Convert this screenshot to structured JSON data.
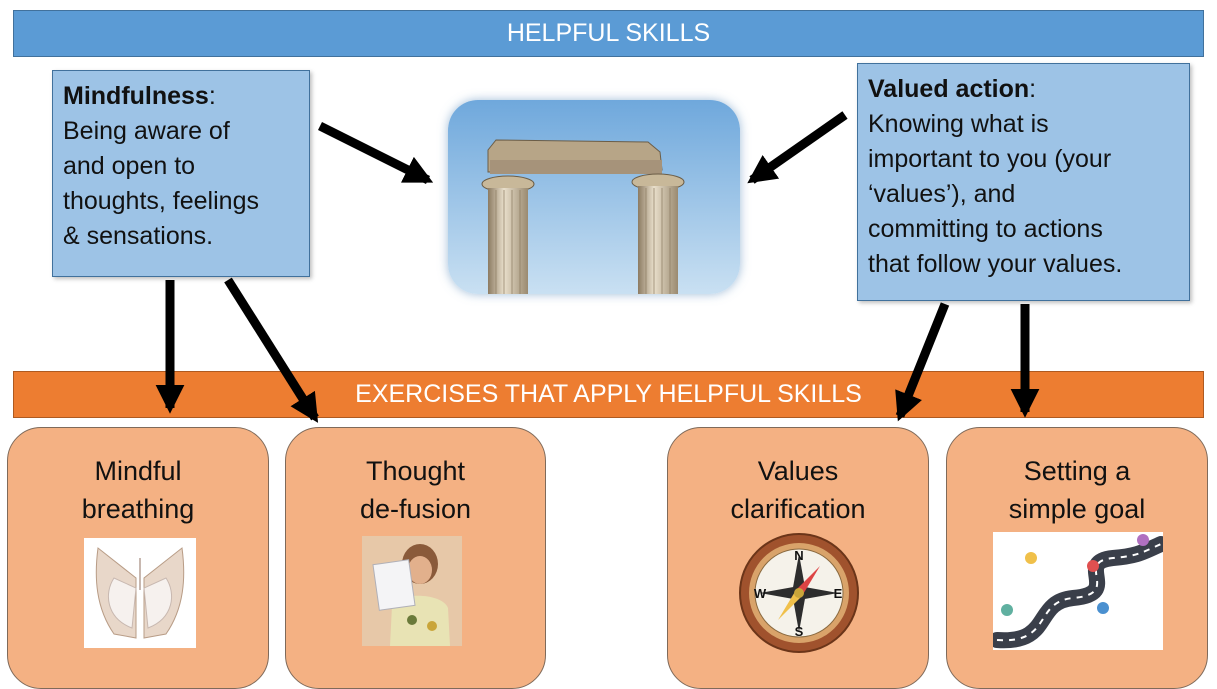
{
  "header": {
    "title": "HELPFUL SKILLS"
  },
  "skills": {
    "mindfulness": {
      "heading": "Mindfulness",
      "colon": ":",
      "lines": [
        "Being aware of",
        "and open to",
        "thoughts, feelings",
        "& sensations."
      ]
    },
    "valued_action": {
      "heading": "Valued action",
      "colon": ":",
      "lines": [
        "Knowing what is",
        "important to you (your",
        "‘values’), and",
        "committing to actions",
        "that follow your values."
      ]
    }
  },
  "exercises_bar": {
    "title": "EXERCISES THAT APPLY HELPFUL SKILLS"
  },
  "exercises": [
    {
      "line1": "Mindful",
      "line2": "breathing",
      "icon": "hands-lungs-icon"
    },
    {
      "line1": "Thought",
      "line2": "de-fusion",
      "icon": "woman-reading-icon"
    },
    {
      "line1": "Values",
      "line2": "clarification",
      "icon": "compass-icon"
    },
    {
      "line1": "Setting a",
      "line2": "simple goal",
      "icon": "winding-road-icon"
    }
  ],
  "compass": {
    "n": "N",
    "s": "S",
    "e": "E",
    "w": "W"
  },
  "colors": {
    "blue_bar": "#5b9bd5",
    "skill_box": "#9dc3e6",
    "orange_bar": "#ed7d31",
    "exercise_card": "#f4b183",
    "arrow": "#000000"
  }
}
